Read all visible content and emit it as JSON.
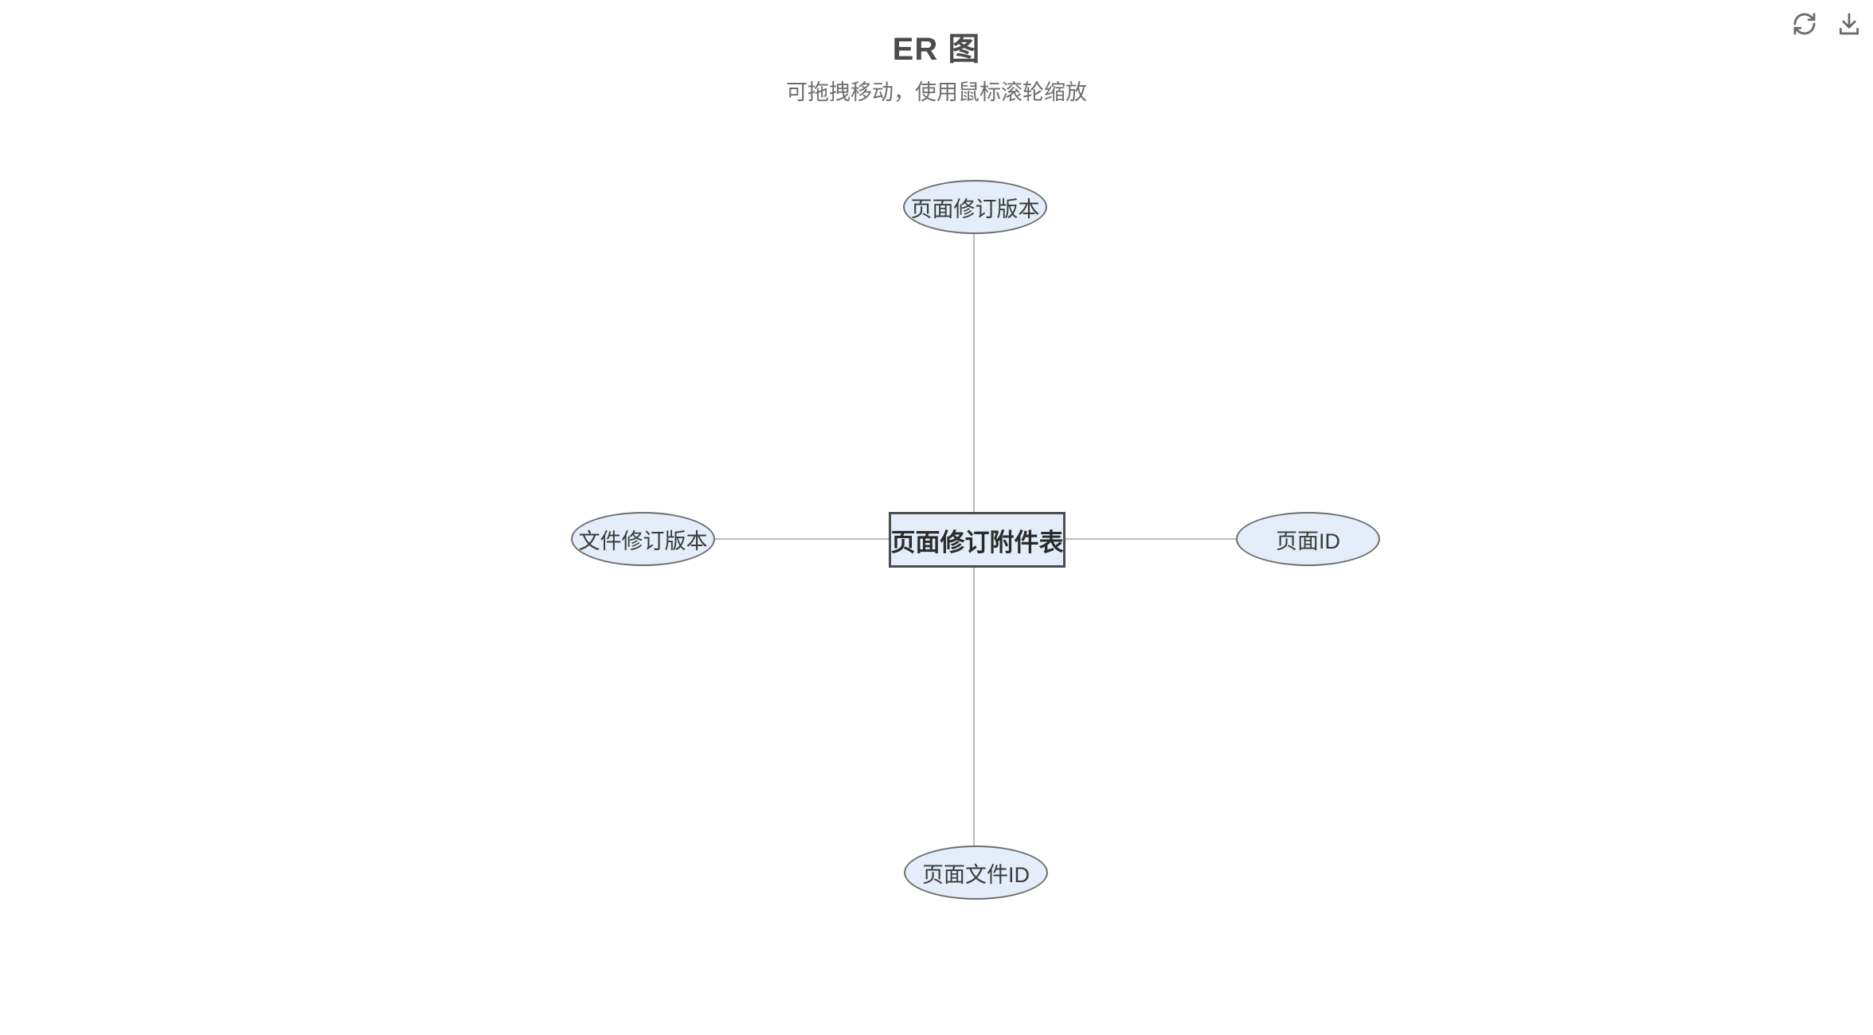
{
  "header": {
    "title": "ER 图",
    "subtitle": "可拖拽移动，使用鼠标滚轮缩放"
  },
  "toolbar": {
    "icons": [
      {
        "name": "refresh-icon"
      },
      {
        "name": "download-icon"
      }
    ]
  },
  "diagram": {
    "entity": {
      "label": "页面修订附件表",
      "shape": "rectangle"
    },
    "attributes": [
      {
        "label": "页面修订版本",
        "position": "top",
        "shape": "ellipse"
      },
      {
        "label": "文件修订版本",
        "position": "left",
        "shape": "ellipse"
      },
      {
        "label": "页面ID",
        "position": "right",
        "shape": "ellipse"
      },
      {
        "label": "页面文件ID",
        "position": "bottom",
        "shape": "ellipse"
      }
    ],
    "edges": [
      {
        "from": "页面修订附件表",
        "to": "页面修订版本"
      },
      {
        "from": "页面修订附件表",
        "to": "文件修订版本"
      },
      {
        "from": "页面修订附件表",
        "to": "页面ID"
      },
      {
        "from": "页面修订附件表",
        "to": "页面文件ID"
      }
    ]
  },
  "colors": {
    "node_fill": "#e3eefa",
    "ellipse_border": "#6e6e6e",
    "entity_border": "#4d4d4d",
    "edge": "#b3b3b3",
    "title_text": "#4c4c4c",
    "subtitle_text": "#6d6d6d",
    "icon": "#6b6b6b"
  }
}
